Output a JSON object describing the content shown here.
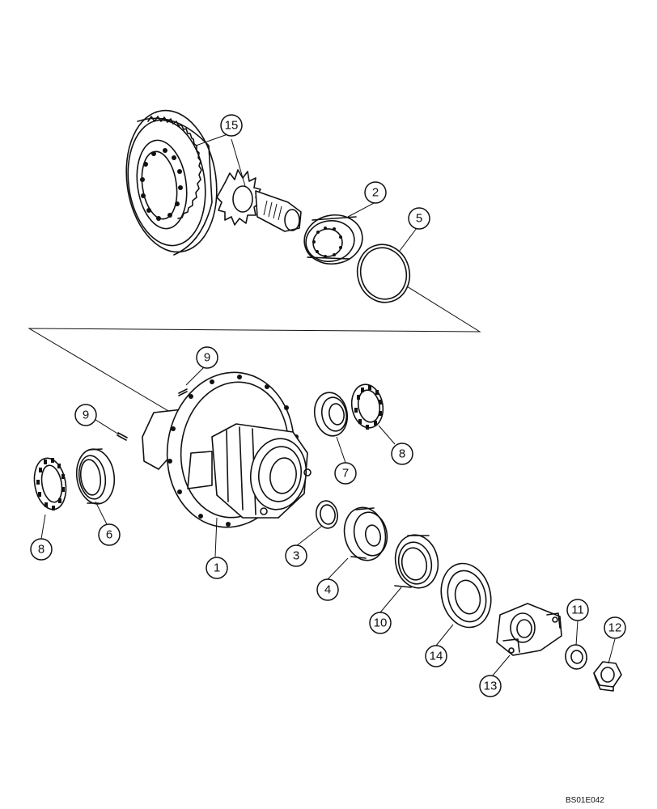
{
  "figure_code": "BS01E042",
  "callouts": [
    {
      "id": "c15",
      "label": "15"
    },
    {
      "id": "c2",
      "label": "2"
    },
    {
      "id": "c5",
      "label": "5"
    },
    {
      "id": "c9a",
      "label": "9"
    },
    {
      "id": "c9b",
      "label": "9"
    },
    {
      "id": "c8a",
      "label": "8"
    },
    {
      "id": "c7",
      "label": "7"
    },
    {
      "id": "c8b",
      "label": "8"
    },
    {
      "id": "c6",
      "label": "6"
    },
    {
      "id": "c1",
      "label": "1"
    },
    {
      "id": "c3",
      "label": "3"
    },
    {
      "id": "c4",
      "label": "4"
    },
    {
      "id": "c10",
      "label": "10"
    },
    {
      "id": "c14",
      "label": "14"
    },
    {
      "id": "c11",
      "label": "11"
    },
    {
      "id": "c12",
      "label": "12"
    },
    {
      "id": "c13",
      "label": "13"
    }
  ]
}
